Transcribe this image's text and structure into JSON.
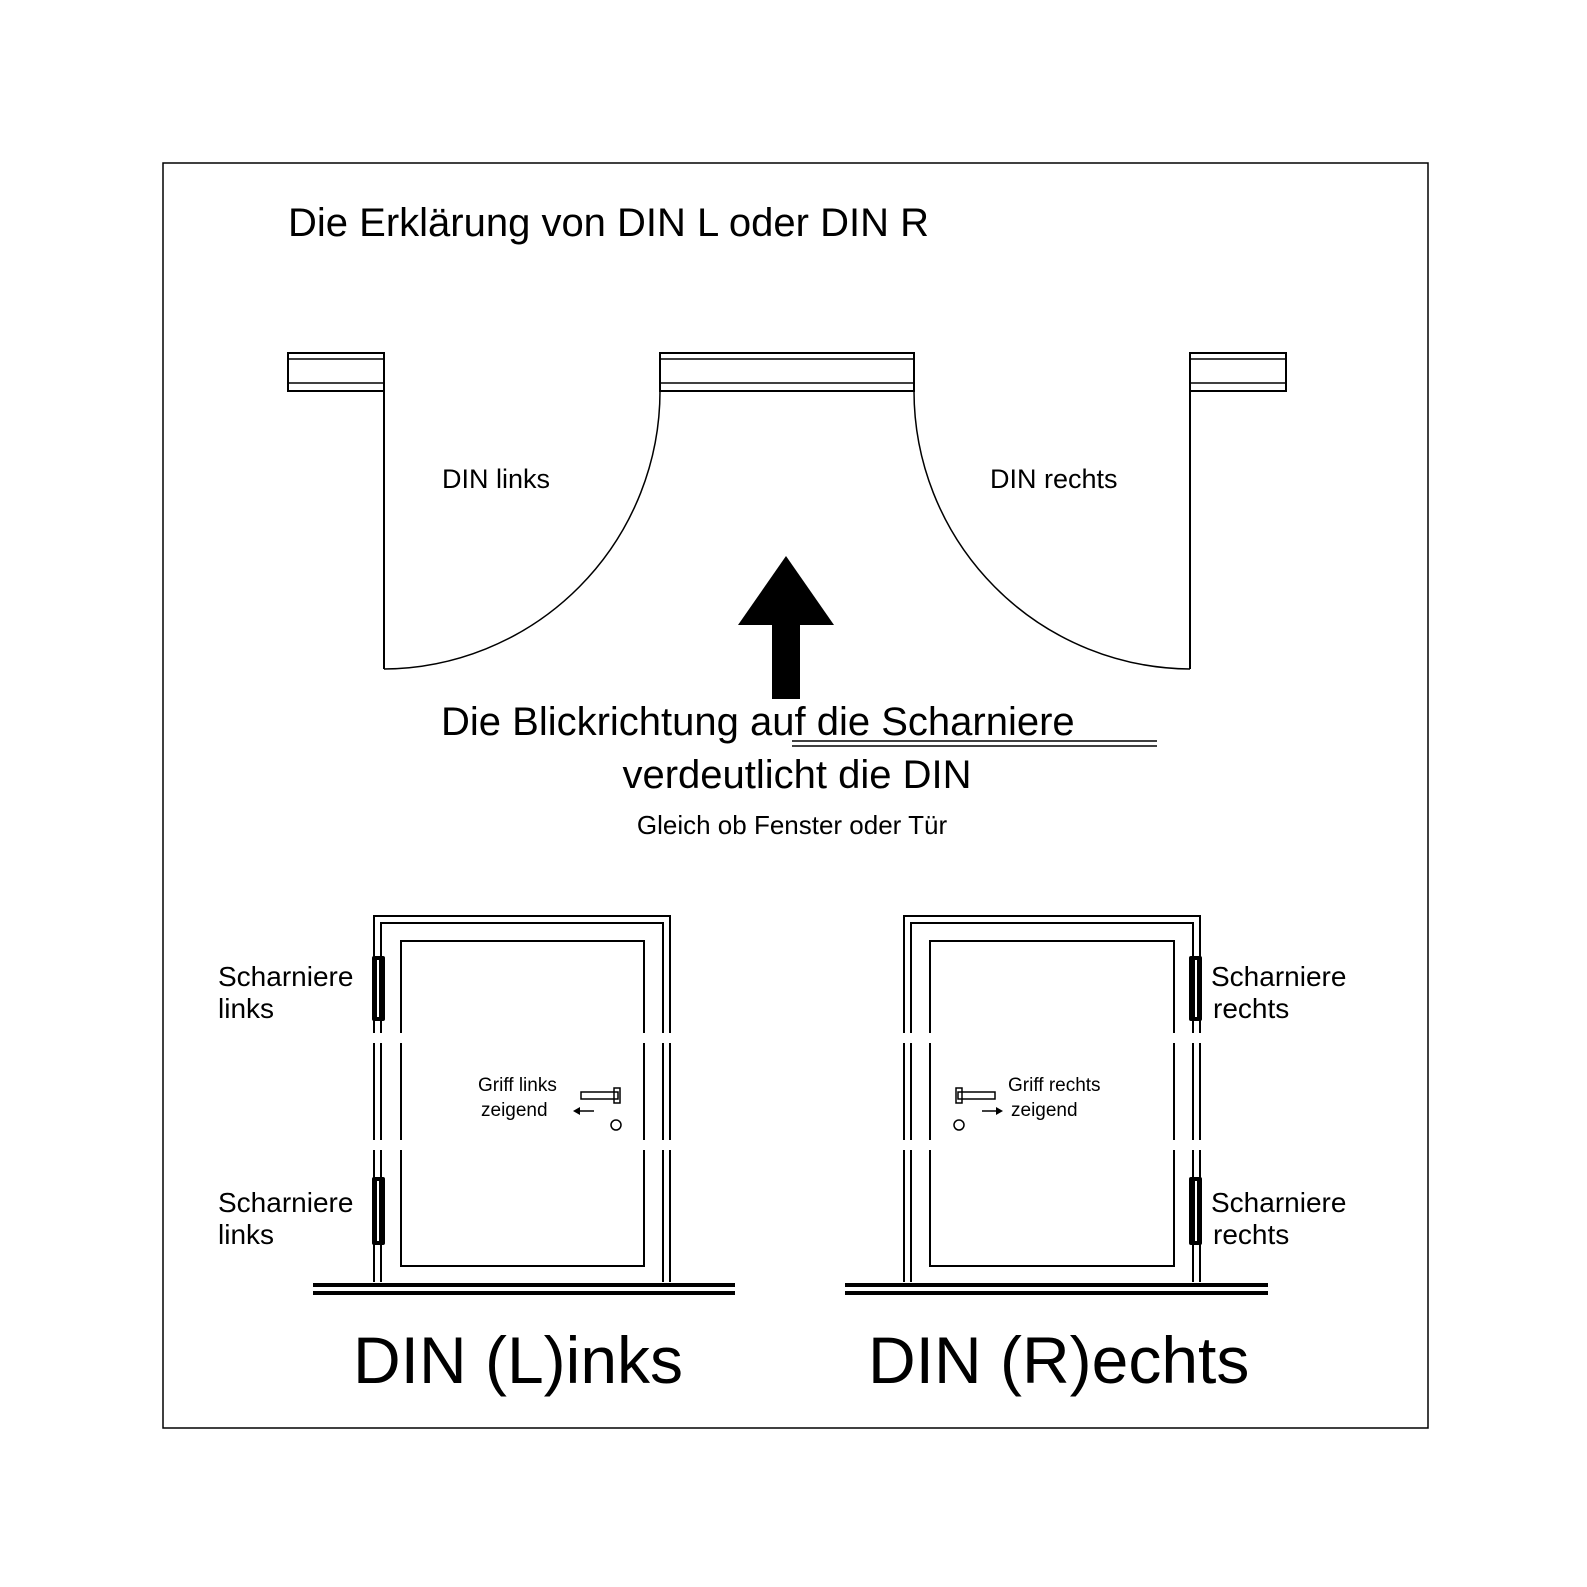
{
  "title": "Die Erklärung von DIN L oder DIN R",
  "plan": {
    "left_label": "DIN links",
    "right_label": "DIN rechts"
  },
  "caption": {
    "line1_plain": "Die Blickrichtung ",
    "line1_underlined": "auf die Scharniere",
    "line2": "verdeutlicht die DIN",
    "line3": "Gleich ob Fenster oder Tür"
  },
  "left_door": {
    "hinge_top_line1": "Scharniere",
    "hinge_top_line2": "links",
    "hinge_bottom_line1": "Scharniere",
    "hinge_bottom_line2": "links",
    "handle_line1": "Griff links",
    "handle_line2": "zeigend",
    "label": "DIN (L)inks"
  },
  "right_door": {
    "hinge_top_line1": "Scharniere",
    "hinge_top_line2": "rechts",
    "hinge_bottom_line1": "Scharniere",
    "hinge_bottom_line2": "rechts",
    "handle_line1": "Griff rechts",
    "handle_line2": "zeigend",
    "label": "DIN (R)echts"
  }
}
